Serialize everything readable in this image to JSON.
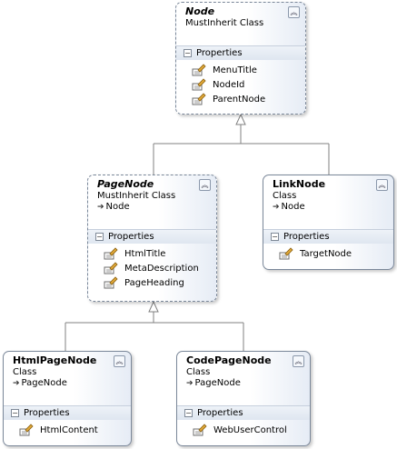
{
  "classes": {
    "node": {
      "name": "Node",
      "kind": "MustInherit Class",
      "section": "Properties",
      "members": [
        "MenuTitle",
        "NodeId",
        "ParentNode"
      ]
    },
    "page_node": {
      "name": "PageNode",
      "kind": "MustInherit Class",
      "base": "Node",
      "section": "Properties",
      "members": [
        "HtmlTitle",
        "MetaDescription",
        "PageHeading"
      ]
    },
    "link_node": {
      "name": "LinkNode",
      "kind": "Class",
      "base": "Node",
      "section": "Properties",
      "members": [
        "TargetNode"
      ]
    },
    "html_page_node": {
      "name": "HtmlPageNode",
      "kind": "Class",
      "base": "PageNode",
      "section": "Properties",
      "members": [
        "HtmlContent"
      ]
    },
    "code_page_node": {
      "name": "CodePageNode",
      "kind": "Class",
      "base": "PageNode",
      "section": "Properties",
      "members": [
        "WebUserControl"
      ]
    }
  },
  "icons": {
    "collapse": "double-chevron-up-icon",
    "section_toggle": "minus-icon",
    "member": "property-icon",
    "inheritance": "inheritance-arrow-icon"
  },
  "colors": {
    "border": "#7a8799",
    "section_band": "#dfe6f0",
    "connector": "#808080"
  }
}
